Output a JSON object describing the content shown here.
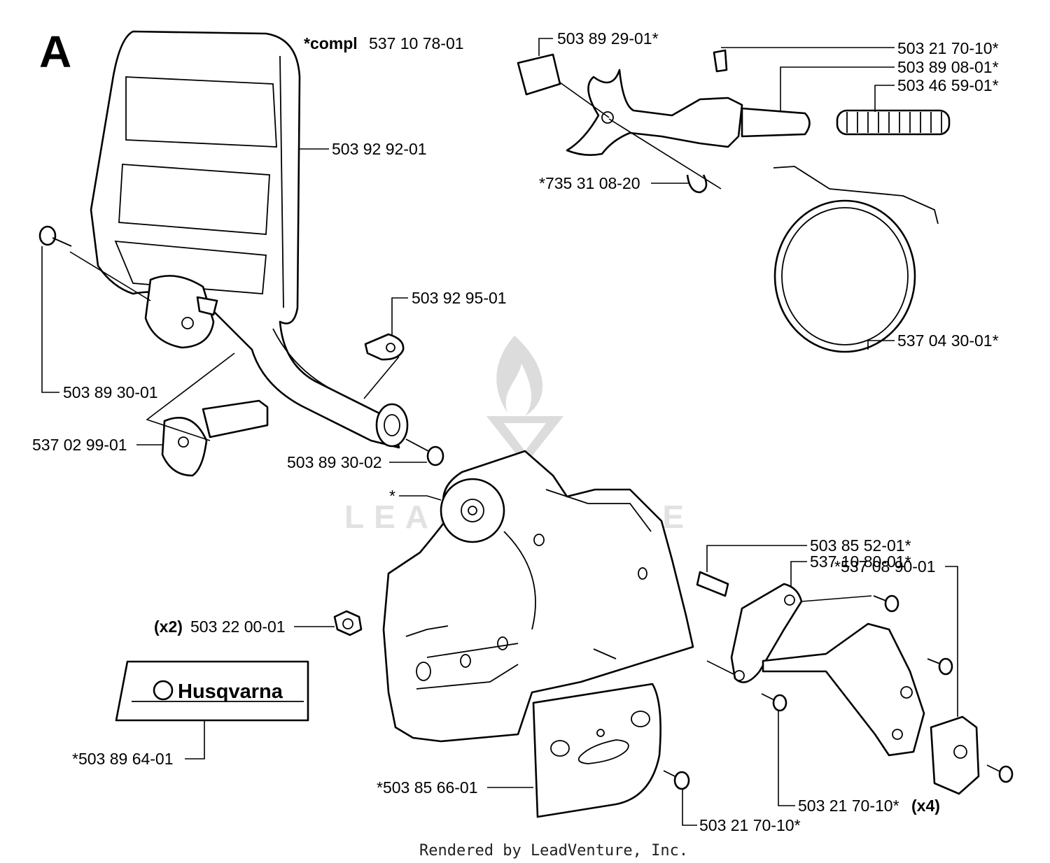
{
  "diagram": {
    "section_letter": "A",
    "compl_prefix": "*compl",
    "compl_number": "537 10 78-01",
    "brand": "Husqvarna",
    "watermark": "LEADVENTURE",
    "footer": "Rendered by LeadVenture, Inc.",
    "labels": {
      "p1": "503 89 29-01*",
      "p2": "503 21 70-10*",
      "p3": "503 89 08-01*",
      "p4": "503 46 59-01*",
      "p5": "503 92 92-01",
      "p6": "*735 31 08-20",
      "p7": "503 92 95-01",
      "p8": "537 04 30-01*",
      "p9": "503 89 30-01",
      "p10": "537 02 99-01",
      "p11": "503 89 30-02",
      "p12": "*",
      "p13": "503 85 52-01*",
      "p14": "537 10 80-01*",
      "p15": "*537 08 90-01",
      "p16_prefix": "(x2)",
      "p16": "503 22 00-01",
      "p17": "*503 89 64-01",
      "p18": "*503 85 66-01",
      "p19": "503 21 70-10*",
      "p20": "503 21 70-10*",
      "p20_suffix": "(x4)"
    }
  }
}
